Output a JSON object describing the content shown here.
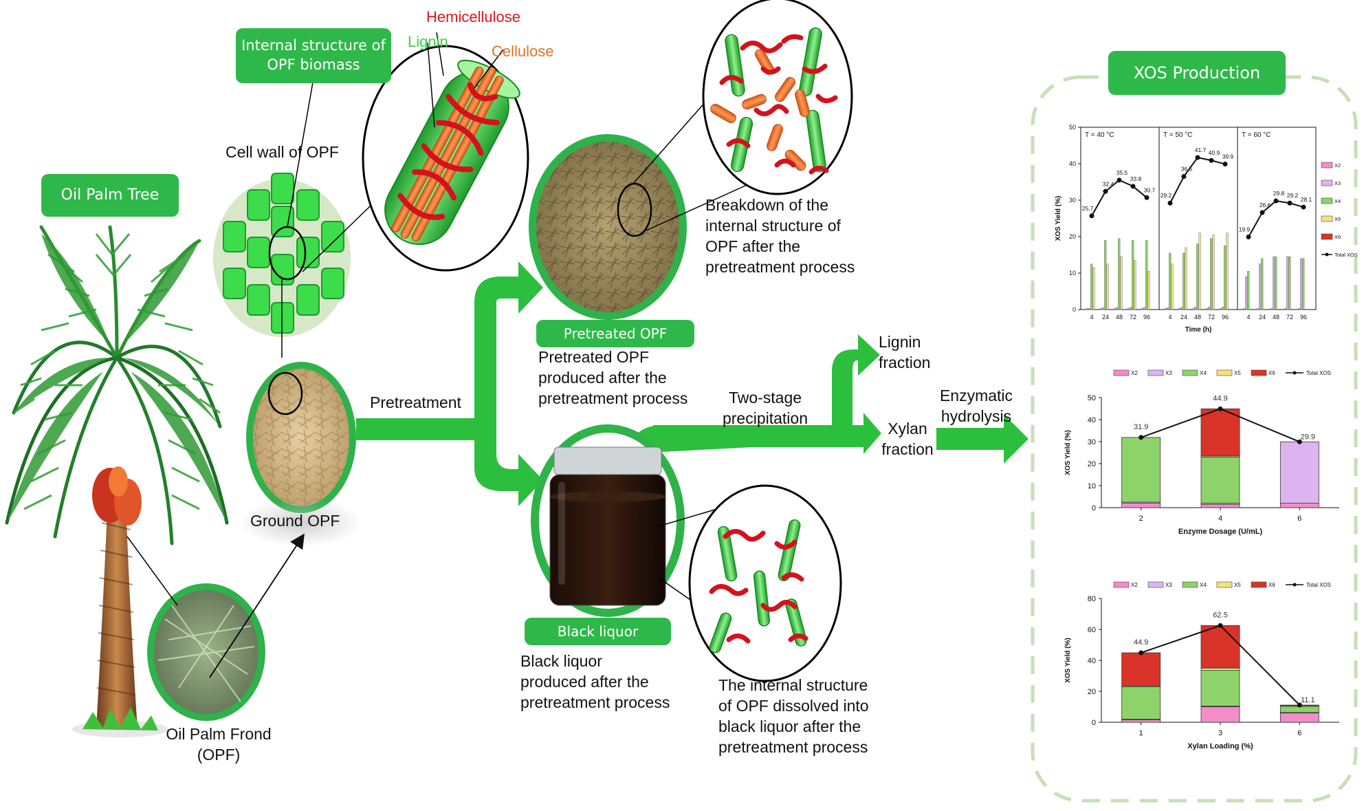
{
  "labels": {
    "oil_palm_tree": "Oil Palm Tree",
    "internal_structure": "Internal structure of OPF biomass",
    "hemicellulose": "Hemicellulose",
    "lignin": "Lignin",
    "cellulose": "Cellulose",
    "cell_wall": "Cell wall of OPF",
    "ground_opf": "Ground OPF",
    "oil_palm_frond": "Oil Palm Frond (OPF)",
    "pretreatment": "Pretreatment",
    "pretreated_opf_box": "Pretreated OPF",
    "pretreated_opf_desc": "Pretreated OPF produced after the pretreatment process",
    "breakdown_desc": "Breakdown of the internal structure of OPF after the pretreatment process",
    "black_liquor_box": "Black liquor",
    "black_liquor_desc": "Black liquor produced after the pretreatment process",
    "dissolved_desc": "The internal structure of OPF dissolved into black liquor after the pretreatment process",
    "two_stage": "Two-stage precipitation",
    "lignin_fraction": "Lignin fraction",
    "xylan_fraction": "Xylan fraction",
    "enzymatic": "Enzymatic hydrolysis",
    "xos_production": "XOS Production"
  },
  "colors": {
    "green_box": "#2fb84a",
    "arrow_green": "#2cbf3d",
    "x2": "#f28dc8",
    "x3": "#dcb4ef",
    "x4": "#8ed36a",
    "x5": "#f3e27a",
    "x6": "#d9332a"
  },
  "chart_data": [
    {
      "type": "bar",
      "ylabel": "XOS Yield (%)",
      "xlabel": "Time (h)",
      "ylim": [
        0,
        50
      ],
      "yticks": [
        "0",
        "10",
        "20",
        "30",
        "40",
        "50"
      ],
      "legend": [
        "X2",
        "X3",
        "X4",
        "X5",
        "X6",
        "Total XOS"
      ],
      "panels": [
        {
          "title": "T = 40 °C",
          "categories": [
            "4",
            "24",
            "48",
            "72",
            "96"
          ],
          "series": [
            {
              "name": "X2",
              "values": [
                0.3,
                0.3,
                0.3,
                0.3,
                0.3
              ]
            },
            {
              "name": "X3",
              "values": [
                0.3,
                0.5,
                0.6,
                0.6,
                0.6
              ]
            },
            {
              "name": "X4",
              "values": [
                12.5,
                19,
                19.5,
                19,
                19
              ]
            },
            {
              "name": "X5",
              "values": [
                11.5,
                12.5,
                14.5,
                13.5,
                10.5
              ]
            },
            {
              "name": "X6",
              "values": [
                0,
                0,
                0,
                0,
                0
              ]
            }
          ],
          "total": [
            25.7,
            32.4,
            35.5,
            33.8,
            30.7
          ],
          "total_labels": [
            "25.7",
            "32.4",
            "35.5",
            "33.8",
            "30.7"
          ]
        },
        {
          "title": "T = 50 °C",
          "categories": [
            "4",
            "24",
            "48",
            "72",
            "96"
          ],
          "series": [
            {
              "name": "X2",
              "values": [
                0.3,
                0.3,
                0.3,
                0.3,
                0.3
              ]
            },
            {
              "name": "X3",
              "values": [
                0.5,
                0.6,
                0.7,
                0.7,
                0.7
              ]
            },
            {
              "name": "X4",
              "values": [
                15.5,
                15.5,
                18,
                19.5,
                17.5
              ]
            },
            {
              "name": "X5",
              "values": [
                12.5,
                17,
                21,
                20.5,
                21
              ]
            },
            {
              "name": "X6",
              "values": [
                0,
                0,
                0,
                0,
                0
              ]
            }
          ],
          "total": [
            29.2,
            36.5,
            41.7,
            40.9,
            39.9
          ],
          "total_labels": [
            "29.2",
            "36.5",
            "41.7",
            "40.9",
            "39.9"
          ]
        },
        {
          "title": "T = 60 °C",
          "categories": [
            "4",
            "24",
            "48",
            "72",
            "96"
          ],
          "series": [
            {
              "name": "X2",
              "values": [
                0.3,
                0.3,
                0.3,
                0.3,
                0.3
              ]
            },
            {
              "name": "X3",
              "values": [
                9,
                12.5,
                14.5,
                14.5,
                14
              ]
            },
            {
              "name": "X4",
              "values": [
                10.5,
                14,
                14.5,
                14.5,
                14
              ]
            },
            {
              "name": "X5",
              "values": [
                0,
                0,
                0,
                0,
                0
              ]
            },
            {
              "name": "X6",
              "values": [
                0,
                0,
                0,
                0,
                0
              ]
            }
          ],
          "total": [
            19.9,
            26.6,
            29.8,
            29.2,
            28.1
          ],
          "total_labels": [
            "19.9",
            "26.6",
            "29.8",
            "29.2",
            "28.1"
          ]
        }
      ]
    },
    {
      "type": "bar",
      "ylabel": "XOS Yield (%)",
      "xlabel": "Enzyme Dosage (U/mL)",
      "ylim": [
        0,
        50
      ],
      "yticks": [
        "0",
        "10",
        "20",
        "30",
        "40",
        "50"
      ],
      "legend": [
        "X2",
        "X3",
        "X4",
        "X5",
        "X6",
        "Total XOS"
      ],
      "categories": [
        "2",
        "4",
        "6"
      ],
      "series": [
        {
          "name": "X2",
          "values": [
            2.0,
            1.5,
            2.0
          ]
        },
        {
          "name": "X3",
          "values": [
            0.5,
            0.5,
            27.9
          ]
        },
        {
          "name": "X4",
          "values": [
            29.4,
            21.0,
            0
          ]
        },
        {
          "name": "X5",
          "values": [
            0,
            0.5,
            0
          ]
        },
        {
          "name": "X6",
          "values": [
            0,
            21.4,
            0
          ]
        }
      ],
      "total": [
        31.9,
        44.9,
        29.9
      ],
      "total_labels": [
        "31.9",
        "44.9",
        "29.9"
      ]
    },
    {
      "type": "bar",
      "ylabel": "XOS Yield (%)",
      "xlabel": "Xylan Loading (%)",
      "ylim": [
        0,
        80
      ],
      "yticks": [
        "0",
        "20",
        "40",
        "60",
        "80"
      ],
      "legend": [
        "X2",
        "X3",
        "X4",
        "X5",
        "X6",
        "Total XOS"
      ],
      "categories": [
        "1",
        "3",
        "6"
      ],
      "series": [
        {
          "name": "X2",
          "values": [
            1.5,
            10.0,
            6.0
          ]
        },
        {
          "name": "X3",
          "values": [
            0.5,
            0.5,
            0.3
          ]
        },
        {
          "name": "X4",
          "values": [
            21.0,
            23.0,
            4.0
          ]
        },
        {
          "name": "X5",
          "values": [
            0.5,
            1.5,
            0.5
          ]
        },
        {
          "name": "X6",
          "values": [
            21.4,
            27.5,
            0.3
          ]
        }
      ],
      "total": [
        44.9,
        62.5,
        11.1
      ],
      "total_labels": [
        "44.9",
        "62.5",
        "11.1"
      ]
    }
  ]
}
